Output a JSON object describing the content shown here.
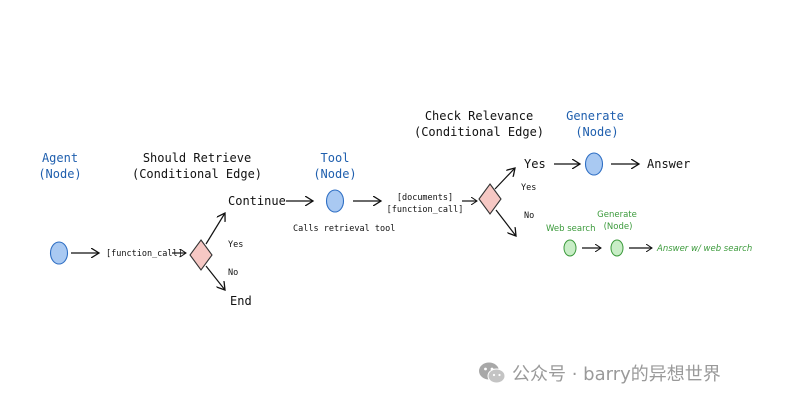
{
  "labels": {
    "agent_title": "Agent",
    "agent_sub": "(Node)",
    "should_retrieve_title": "Should Retrieve",
    "should_retrieve_sub": "(Conditional Edge)",
    "tool_title": "Tool",
    "tool_sub": "(Node)",
    "check_relevance_title": "Check Relevance",
    "check_relevance_sub": "(Conditional Edge)",
    "generate_title": "Generate",
    "generate_sub": "(Node)",
    "function_call_1": "[function_call]",
    "yes_1": "Yes",
    "no_1": "No",
    "continue": "Continue",
    "end": "End",
    "calls_retrieval_tool": "Calls retrieval tool",
    "documents": "[documents]",
    "function_call_2": "[function_call]",
    "yes_big": "Yes",
    "yes_2": "Yes",
    "no_2": "No",
    "answer": "Answer",
    "web_search": "Web search",
    "generate_small_title": "Generate",
    "generate_small_sub": "(Node)",
    "answer_web_search": "Answer w/ web search"
  },
  "watermark": {
    "text": "公众号 · barry的异想世界"
  },
  "colors": {
    "node_blue": "#a9c9f2",
    "node_green": "#c8edc6",
    "diamond": "#f6c8c4",
    "title_blue": "#1f5fae",
    "green_text": "#3b9a3b"
  }
}
